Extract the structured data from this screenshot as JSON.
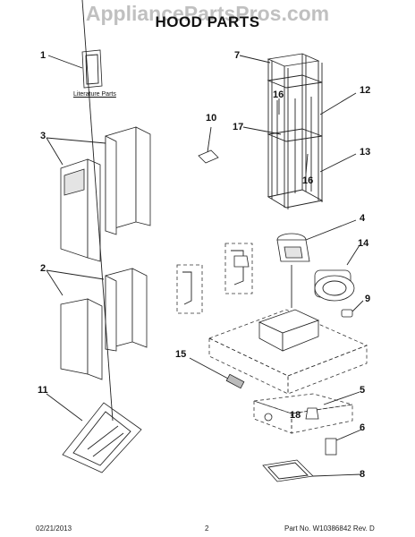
{
  "watermark": "AppliancePartsPros.com",
  "title": "HOOD PARTS",
  "literature_label": "Literature Parts",
  "callouts": [
    "1",
    "2",
    "3",
    "4",
    "5",
    "6",
    "7",
    "8",
    "9",
    "10",
    "11",
    "12",
    "13",
    "14",
    "15",
    "16",
    "16",
    "17",
    "18"
  ],
  "footer": {
    "date": "02/21/2013",
    "page": "2",
    "part_no": "Part No.  W10386842  Rev.  D"
  }
}
